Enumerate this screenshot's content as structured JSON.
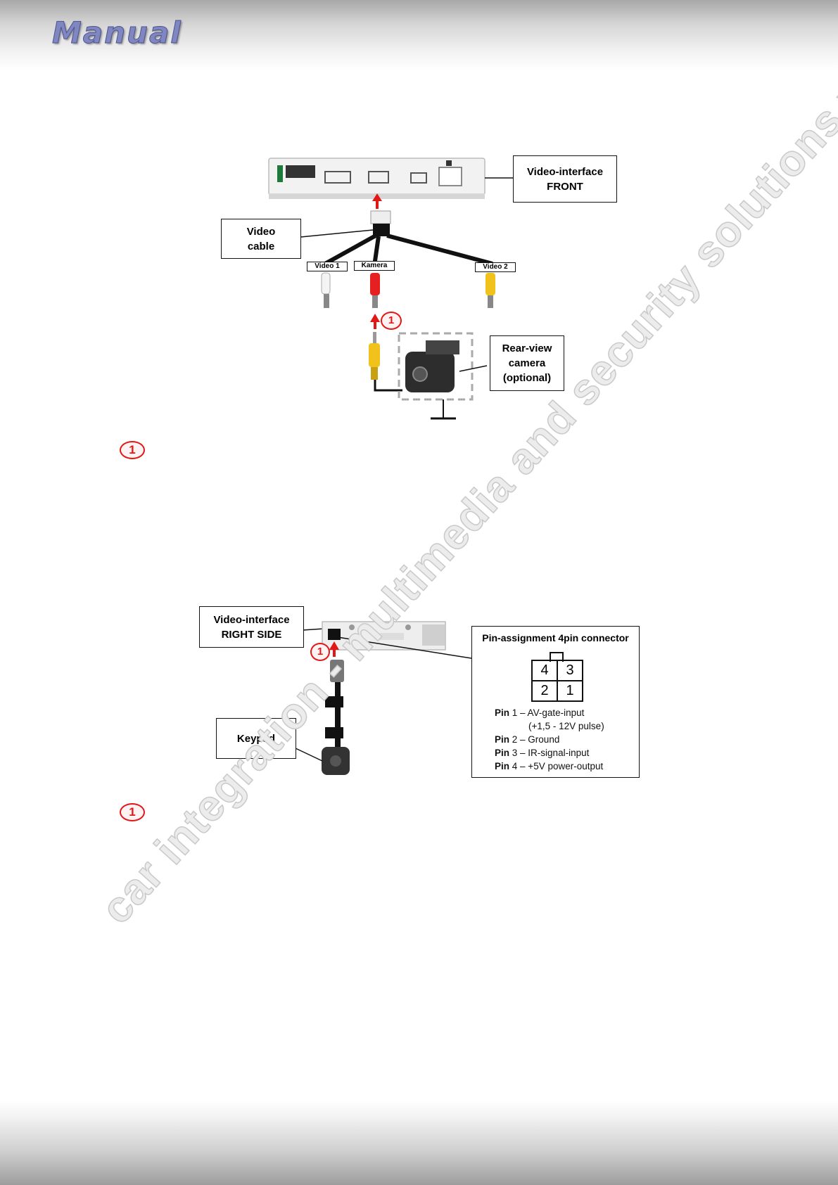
{
  "header": {
    "logo": "Manual"
  },
  "diagram1": {
    "interface_label": [
      "Video-interface",
      "FRONT"
    ],
    "cable_label": [
      "Video",
      "cable"
    ],
    "plug_labels": [
      "Video 1",
      "Kamera",
      "Video 2"
    ],
    "camera_label": [
      "Rear-view",
      "camera",
      "(optional)"
    ],
    "step_marker": "1"
  },
  "diagram2": {
    "interface_label": [
      "Video-interface",
      "RIGHT SIDE"
    ],
    "keypad_label": "Keypad",
    "step_marker": "1",
    "pin_box": {
      "title": "Pin-assignment 4pin connector",
      "grid": [
        "4",
        "3",
        "2",
        "1"
      ],
      "pins": [
        {
          "pin": "Pin",
          "num": "1",
          "desc": " – AV-gate-input"
        },
        {
          "pin": "",
          "num": "",
          "desc": "(+1,5 - 12V pulse)"
        },
        {
          "pin": "Pin",
          "num": "2",
          "desc": " – Ground"
        },
        {
          "pin": "Pin",
          "num": "3",
          "desc": " – IR-signal-input"
        },
        {
          "pin": "Pin",
          "num": "4",
          "desc": " – +5V power-output"
        }
      ]
    }
  },
  "steps": {
    "marker1": "1",
    "marker2": "1"
  },
  "watermark": "car integration - multimedia and security solutions    www.dvsbg.com",
  "colors": {
    "accent_red": "#e01818",
    "logo": "#7f86c0"
  }
}
